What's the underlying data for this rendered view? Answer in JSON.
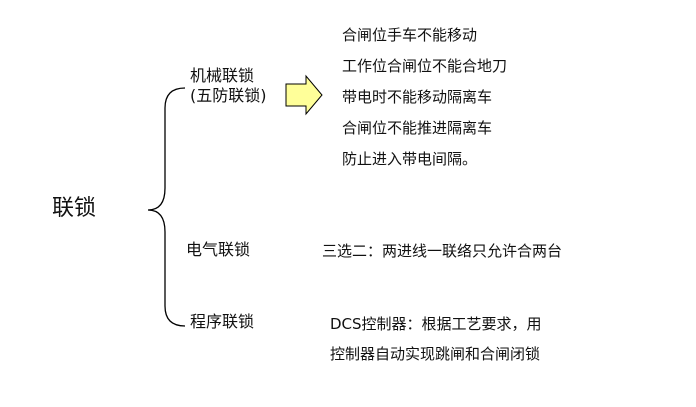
{
  "root": {
    "label": "联锁"
  },
  "branches": {
    "mechanical": {
      "label_line1": "机械联锁",
      "label_line2": "(五防联锁)",
      "items": [
        "合闸位手车不能移动",
        "工作位合闸位不能合地刀",
        "带电时不能移动隔离车",
        "合闸位不能推进隔离车",
        "防止进入带电间隔。"
      ]
    },
    "electrical": {
      "label": "电气联锁",
      "item": "三选二：两进线一联络只允许合两台"
    },
    "program": {
      "label": "程序联锁",
      "item_line1": "DCS控制器：根据工艺要求，用",
      "item_line2": "控制器自动实现跳闸和合闸闭锁"
    }
  },
  "colors": {
    "arrow_fill": "#ffff99",
    "arrow_stroke": "#000000",
    "brace_stroke": "#000000"
  }
}
